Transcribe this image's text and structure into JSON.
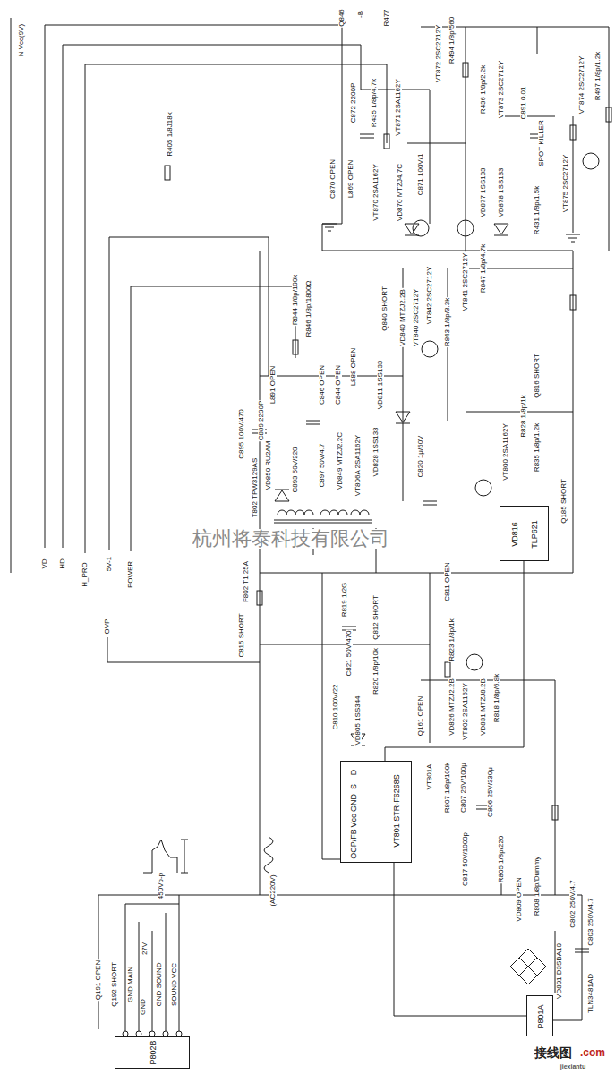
{
  "diagram": {
    "nodes": [
      {
        "text": [
          "VD816",
          "TLP621"
        ]
      },
      {
        "text": [
          "VT801 STR-F6268S",
          "D",
          "S",
          "GND",
          "Vcc",
          "OCP/FB"
        ]
      },
      {
        "text": [
          "P802B"
        ]
      },
      {
        "text": [
          "P801A"
        ]
      }
    ],
    "edges": [
      {
        "from": 3,
        "to": 1,
        "arrow": "none"
      },
      {
        "from": 0,
        "to": 1,
        "arrow": "none"
      }
    ],
    "labels": [
      "N Vcc(9V)",
      "Q846",
      "-B",
      "R477",
      "R405 1/8J18k",
      "C872 2200P",
      "C870 OPEN",
      "L869 OPEN",
      "R435 1/8p/4.7k",
      "VT870 2SA1162Y",
      "VT871 2SA1162Y",
      "VD870 MTZJ4.7C",
      "C871 100V/1",
      "VT872 2SC2712Y",
      "R494 1/8p/560",
      "R436 1/8p/2.2k",
      "VT873 2SC2712Y",
      "C891 0.01",
      "SPOT KILLER",
      "VT874 2SC2712Y",
      "R497 1/8p/1.2k",
      "VT875 2SC2712Y",
      "VD877 1SS133",
      "VD878 1SS133",
      "R431 1/8p/1.5k",
      "R844 1/8p/100k",
      "R846 1/8p/1800Ω",
      "Q840 SHORT",
      "VD840 MTZJ2.2B",
      "VT840 2SC2712Y",
      "VT842 2SC2712Y",
      "R843 1/8p/3.3k",
      "VT841 2SC2712Y",
      "R847 1/8p/4.7k",
      "L888 OPEN",
      "VD811 1SS133",
      "L891 OPEN",
      "C846 OPEN",
      "C844 OPEN",
      "C889 2200P",
      "C895 100V/470",
      "VD850 RU2AM",
      "T802 TPW3129AS",
      "C893 50V/220",
      "C897 50V/4.7",
      "VD849 MTZJ2.2C",
      "VT806A 2SA1162Y",
      "VD828 1SS133",
      "C820 1μ/50V",
      "Q816 SHORT",
      "R828 1/8p/1k",
      "R835 1/8p/1.2k",
      "VT800 2SA1162Y",
      "Q185 SHORT",
      "C811 OPEN",
      "R823 1/8p/1k",
      "F802 T1.25A",
      "C815 SHORT",
      "R819 1/2G",
      "Q812 SHORT",
      "C821 50V/470",
      "R820 1/8p/10k",
      "C810 100V/22",
      "VD805 1SS344",
      "Q161 OPEN",
      "VD826 MTZJ2.2B",
      "VT802 2SA1162Y",
      "VD831 MTZJ8.2B",
      "R818 1/8p/6.8k",
      "VT801A",
      "R807 1/8p/100k",
      "C807 25V/100μ",
      "C806 25V/330μ",
      "C817 50V/1000p",
      "R805 1/8p/220",
      "VD809 OPEN",
      "R808 1/8p/Dummy",
      "C802 250V/4.7",
      "C803 250V/4.7",
      "VD801 D3SBA10",
      "TLN3481AD",
      "450Vp-p",
      "(AC220V)",
      "Q191 OPEN",
      "Q192 SHORT",
      "GND MAIN",
      "GND",
      "27V",
      "GND SOUND",
      "SOUND VCC",
      "VD",
      "HD",
      "H_PRO",
      "5V-1",
      "POWER",
      "OVP",
      "杭州将泰科技有限公司",
      "接线图",
      ".com",
      "jiexiantu"
    ]
  }
}
